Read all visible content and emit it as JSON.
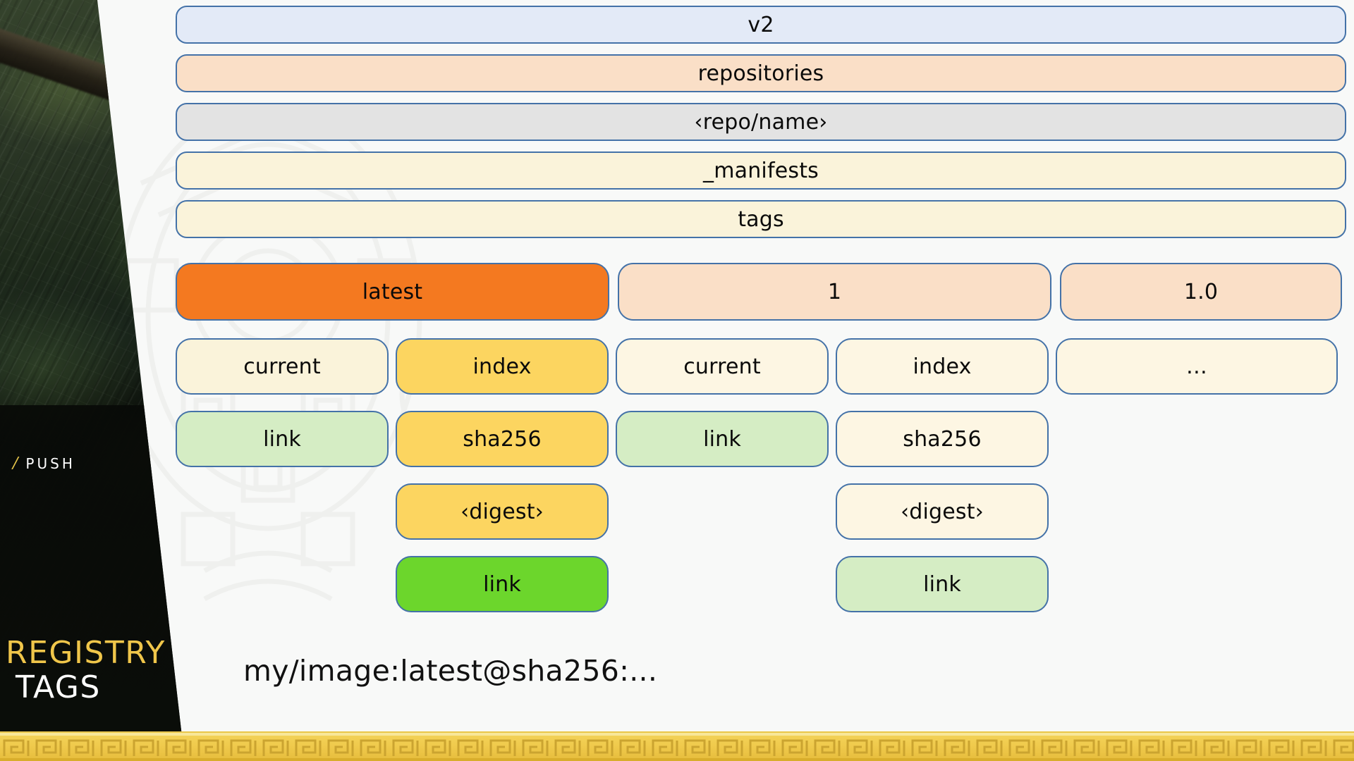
{
  "slide": {
    "eyebrow": "PUSH",
    "eyebrow_slash": "/",
    "title_line1": "Registry",
    "title_line2": "Tags",
    "caption": "my/image:latest@sha256:..."
  },
  "colors": {
    "border": "#4472a8",
    "blue_fill": "#e3eaf7",
    "peach_fill": "#fadfc7",
    "grey_fill": "#e3e3e3",
    "cream_fill": "#faf3da",
    "cream_light_fill": "#fdf6e3",
    "orange_highlight": "#f47920",
    "yellow_highlight": "#fcd560",
    "green_pale": "#d5edc4",
    "green_bright": "#6cd62c",
    "gold": "#f0c64a",
    "page_bg": "#f8f9f8",
    "title_accent": "#f0c64a"
  },
  "tree": {
    "levels": [
      {
        "name": "v2",
        "label": "v2",
        "fill": "#e3eaf7"
      },
      {
        "name": "repositories",
        "label": "repositories",
        "fill": "#fadfc7"
      },
      {
        "name": "repo-name",
        "label": "‹repo/name›",
        "fill": "#e3e3e3"
      },
      {
        "name": "manifests",
        "label": "_manifests",
        "fill": "#faf3da"
      },
      {
        "name": "tags",
        "label": "tags",
        "fill": "#faf3da"
      }
    ],
    "tags_row": [
      {
        "name": "tag-latest",
        "label": "latest",
        "fill": "#f47920",
        "highlight": true
      },
      {
        "name": "tag-1",
        "label": "1",
        "fill": "#fadfc7",
        "highlight": false
      },
      {
        "name": "tag-1-0",
        "label": "1.0",
        "fill": "#fadfc7",
        "highlight": false
      }
    ],
    "entries_row": [
      {
        "name": "latest-current",
        "label": "current",
        "fill": "#faf3da"
      },
      {
        "name": "latest-index",
        "label": "index",
        "fill": "#fcd560"
      },
      {
        "name": "one-current",
        "label": "current",
        "fill": "#fdf6e3"
      },
      {
        "name": "one-index",
        "label": "index",
        "fill": "#fdf6e3"
      },
      {
        "name": "more-ellipsis",
        "label": "…",
        "fill": "#fdf6e3"
      }
    ],
    "link_row": [
      {
        "name": "latest-current-link",
        "label": "link",
        "fill": "#d5edc4"
      },
      {
        "name": "latest-index-sha256",
        "label": "sha256",
        "fill": "#fcd560"
      },
      {
        "name": "one-current-link",
        "label": "link",
        "fill": "#d5edc4"
      },
      {
        "name": "one-index-sha256",
        "label": "sha256",
        "fill": "#fdf6e3"
      }
    ],
    "digest_row": [
      {
        "name": "latest-index-digest",
        "label": "‹digest›",
        "fill": "#fcd560"
      },
      {
        "name": "one-index-digest",
        "label": "‹digest›",
        "fill": "#fdf6e3"
      }
    ],
    "digest_link_row": [
      {
        "name": "latest-index-digest-link",
        "label": "link",
        "fill": "#6cd62c"
      },
      {
        "name": "one-index-digest-link",
        "label": "link",
        "fill": "#d5edc4"
      }
    ]
  }
}
